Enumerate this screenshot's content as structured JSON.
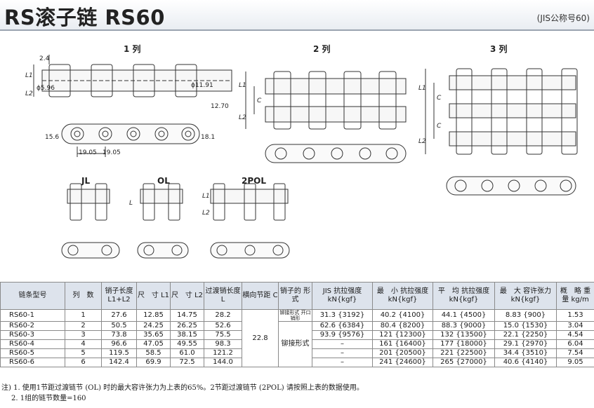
{
  "header": {
    "title": "RS滚子链 RS60",
    "standard": "(JIS公称号60)"
  },
  "drawings": {
    "views": {
      "single": "1 列",
      "double": "2 列",
      "triple": "3 列",
      "jl": "JL",
      "ol": "OL",
      "pol": "2POL"
    },
    "dims": {
      "d1": "2.4",
      "d2": "ϕ5.96",
      "d3": "ϕ11.91",
      "d4": "12.70",
      "d5": "15.6",
      "d6": "18.1",
      "d7": "19.05",
      "d8": "19.05",
      "l1": "L1",
      "l2": "L2",
      "l": "L",
      "c": "C"
    }
  },
  "table": {
    "headers": [
      "链条型号",
      "列　数",
      "销子长度 L1+L2",
      "尺　寸 L1",
      "尺　寸 L2",
      "过渡销长度 L",
      "横向节距 C",
      "销子的 形　式",
      "JIS 抗拉强度 kN{kgf}",
      "最　小 抗拉强度 kN{kgf}",
      "平　均 抗拉强度 kN{kgf}",
      "最　大 容许张力 kN{kgf}",
      "概　略 重　量 kg/m"
    ],
    "rows": [
      [
        "RS60-1",
        "1",
        "27.6",
        "12.85",
        "14.75",
        "28.2",
        "",
        "",
        "31.3 {3192}",
        "40.2 {4100}",
        "44.1 {4500}",
        "8.83 {900}",
        "1.53"
      ],
      [
        "RS60-2",
        "2",
        "50.5",
        "24.25",
        "26.25",
        "52.6",
        "",
        "",
        "62.6 {6384}",
        "80.4 {8200}",
        "88.3 {9000}",
        "15.0 {1530}",
        "3.04"
      ],
      [
        "RS60-3",
        "3",
        "73.8",
        "35.65",
        "38.15",
        "75.5",
        "",
        "",
        "93.9 {9576}",
        "121 {12300}",
        "132 {13500}",
        "22.1 {2250}",
        "4.54"
      ],
      [
        "RS60-4",
        "4",
        "96.6",
        "47.05",
        "49.55",
        "98.3",
        "",
        "",
        "–",
        "161 {16400}",
        "177 {18000}",
        "29.1 {2970}",
        "6.04"
      ],
      [
        "RS60-5",
        "5",
        "119.5",
        "58.5",
        "61.0",
        "121.2",
        "",
        "",
        "–",
        "201 {20500}",
        "221 {22500}",
        "34.4 {3510}",
        "7.54"
      ],
      [
        "RS60-6",
        "6",
        "142.4",
        "69.9",
        "72.5",
        "144.0",
        "",
        "",
        "–",
        "241 {24600}",
        "265 {27000}",
        "40.6 {4140}",
        "9.05"
      ]
    ],
    "pitch_c": "22.8",
    "pin_type_single": "铆接形式 开口销形",
    "pin_type_multi": "铆接形式"
  },
  "notes": [
    "注) 1. 使用1节距过渡链节 (OL) 时的最大容许张力为上表的65%。2节距过渡链节 (2POL) 请按照上表的数据使用。",
    "2. 1组的链节数量=160"
  ]
}
